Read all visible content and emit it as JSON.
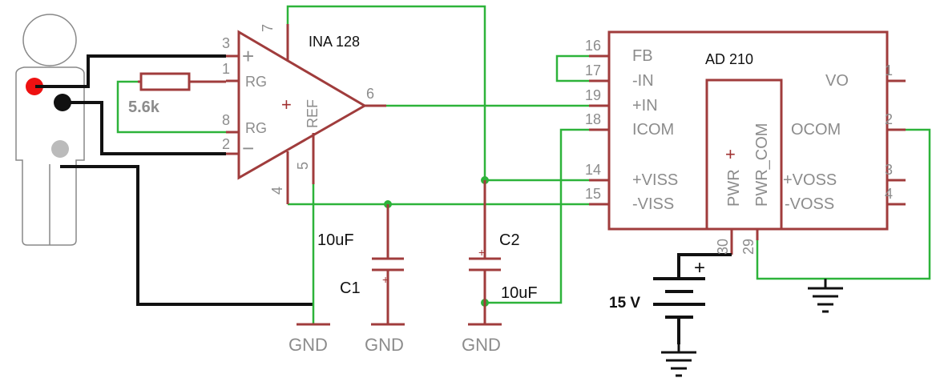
{
  "ina": {
    "name": "INA 128",
    "pins": {
      "p3": "3",
      "p1": "1",
      "p8": "8",
      "p2": "2",
      "p7": "7",
      "p6": "6",
      "p5": "5",
      "p4": "4"
    },
    "labels": {
      "rg1": "RG",
      "rg2": "RG",
      "ref": "REF",
      "plus": "+",
      "minus": "−",
      "center": "+"
    }
  },
  "resistor": {
    "value": "5.6k"
  },
  "ad210": {
    "name": "AD 210",
    "left_pins": [
      {
        "num": "16",
        "label": "FB"
      },
      {
        "num": "17",
        "label": "-IN"
      },
      {
        "num": "19",
        "label": "+IN"
      },
      {
        "num": "18",
        "label": "ICOM"
      },
      {
        "num": "14",
        "label": "+VISS"
      },
      {
        "num": "15",
        "label": "-VISS"
      }
    ],
    "right_pins": [
      {
        "num": "1",
        "label": "VO"
      },
      {
        "num": "2",
        "label": "OCOM"
      },
      {
        "num": "3",
        "label": "+VOSS"
      },
      {
        "num": "4",
        "label": "-VOSS"
      }
    ],
    "inner_labels": {
      "pwr": "PWR",
      "pwr_com": "PWR_COM",
      "plus": "+"
    },
    "bottom_pins": {
      "p30": "30",
      "p29": "29"
    }
  },
  "capacitors": [
    {
      "name": "C1",
      "value": "10uF"
    },
    {
      "name": "C2",
      "value": "10uF"
    }
  ],
  "battery": {
    "value": "15 V",
    "plus": "+"
  },
  "grounds": [
    "GND",
    "GND",
    "GND"
  ],
  "colors": {
    "part": "#a03c3c",
    "wire": "#2db33a",
    "lead": "#111111",
    "electrode_red": "#ee1111",
    "electrode_black": "#111111",
    "electrode_gray": "#bbbbbb",
    "body": "#888888"
  }
}
